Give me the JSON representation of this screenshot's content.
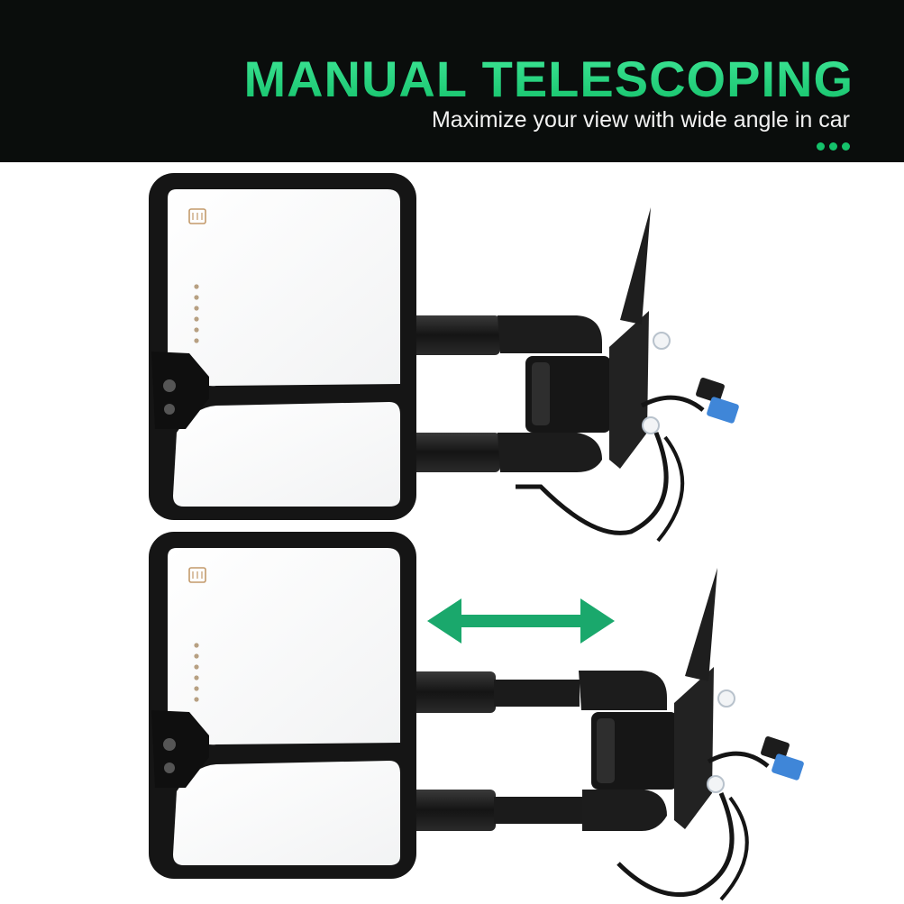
{
  "header": {
    "title": "MANUAL TELESCOPING",
    "subtitle": "Maximize your view with wide angle in car",
    "accent_color": "#15c26b",
    "accent_color_light": "#3ee596"
  },
  "illustration": {
    "top_mirror": {
      "state": "retracted",
      "icon": "heater-icon"
    },
    "bottom_mirror": {
      "state": "extended",
      "icon": "heater-icon"
    },
    "arrow_icon": "double-arrow-icon",
    "arrow_color": "#1aa86c"
  }
}
